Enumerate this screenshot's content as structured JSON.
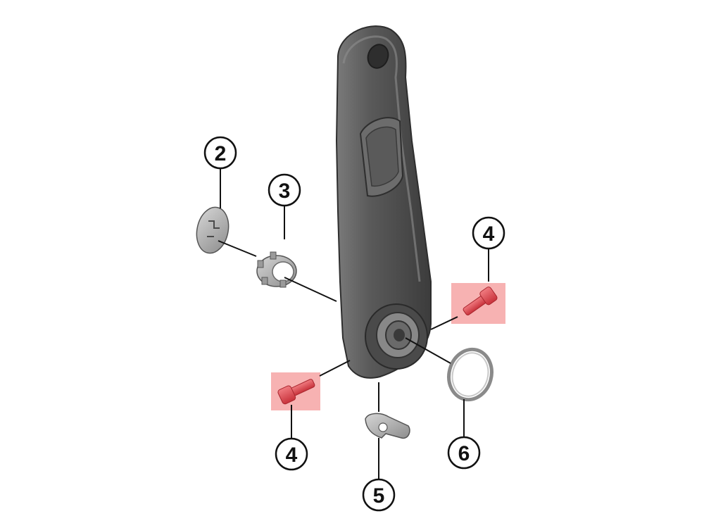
{
  "diagram": {
    "callouts": [
      {
        "id": "c2",
        "label": "2"
      },
      {
        "id": "c3",
        "label": "3"
      },
      {
        "id": "c4a",
        "label": "4"
      },
      {
        "id": "c4b",
        "label": "4"
      },
      {
        "id": "c5",
        "label": "5"
      },
      {
        "id": "c6",
        "label": "6"
      }
    ],
    "colors": {
      "background": "#ffffff",
      "crank_arm": "#5e5e5e",
      "part_gray": "#a9a9a9",
      "highlight": "#f7b2b2",
      "bolt_red": "#e0454d",
      "leader": "#111111"
    }
  }
}
